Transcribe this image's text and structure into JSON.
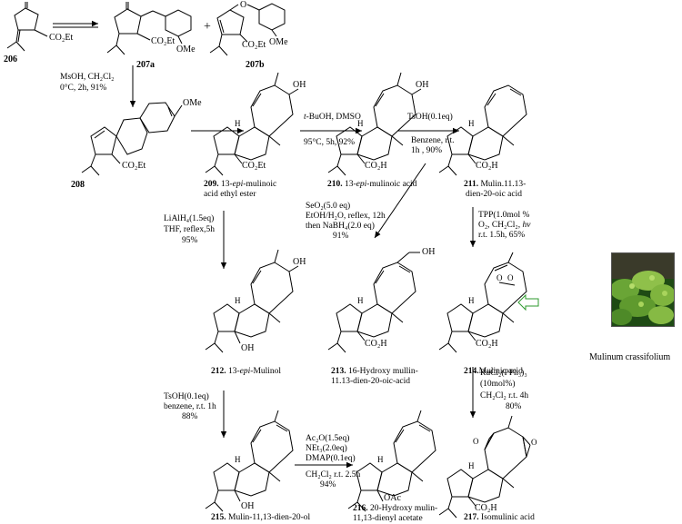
{
  "compounds": {
    "c206": {
      "num": "206"
    },
    "c207a": {
      "num": "207a"
    },
    "c207b": {
      "num": "207b"
    },
    "c208": {
      "num": "208"
    },
    "c209": {
      "num": "209.",
      "name_a": "13-",
      "name_it": "epi",
      "name_b": "-mulinoic",
      "name_line2": "acid ethyl ester"
    },
    "c210": {
      "num": "210.",
      "name_a": " 13-",
      "name_it": "epi",
      "name_b": "-mulinoic acid"
    },
    "c211": {
      "num": "211.",
      "name_a": " Mulin.11.13-",
      "name_line2": "dien-20-oic acid"
    },
    "c212": {
      "num": "212.",
      "name_a": " 13-",
      "name_it": "epi",
      "name_b": "-Mulinol"
    },
    "c213": {
      "num": "213.",
      "name_a": " 16-Hydroxy mullin-",
      "name_line2": "11.13-dien-20-oic-acid"
    },
    "c214": {
      "num": "214.",
      "name_a": "Mulinic acid"
    },
    "c215": {
      "num": "215.",
      "name_a": " Mulin-11,13-dien-20-ol"
    },
    "c216": {
      "num": "216.",
      "name_a": " 20-Hydroxy mulin-",
      "name_line2": "11,13-dienyl acetate"
    },
    "c217": {
      "num": "217.",
      "name_a": " Isomulinic acid"
    }
  },
  "groups": {
    "co2et": "CO₂Et",
    "ome": "OMe",
    "o": "O",
    "oh": "OH",
    "h": "H",
    "co2h": "CO₂H",
    "oac": "OAc",
    "plus": "+"
  },
  "conditions": {
    "step_208_l1": "MsOH, CH₂Cl₂",
    "step_208_l2": "0°C, 2h, 91%",
    "step_210_l1_it": "t",
    "step_210_l1": "-BuOH, DMSO",
    "step_210_l2": "95°C, 5h, 92%",
    "step_211_l1": "TsOH(0.1eq)",
    "step_211_l2": "Benzene, r.t.",
    "step_211_l3": "1h , 90%",
    "step_212_l1": "LiAlH₄(1.5eq)",
    "step_212_l2": "THF, reflex,5h",
    "step_212_l3": "95%",
    "step_213_l1": "SeO₂(5.0 eq)",
    "step_213_l2": "EtOH/H₂O, reflex, 12h",
    "step_213_l3": "then NaBH₄(2.0 eq)",
    "step_213_l4": "91%",
    "step_214_l1": "TPP(1.0mol %",
    "step_214_l2": "O₂, CH₂Cl₂, ",
    "step_214_l2_it": "hv",
    "step_214_l3": "r.t. 1.5h, 65%",
    "step_215_l1": "TsOH(0.1eq)",
    "step_215_l2": "benzene, r.t. 1h",
    "step_215_l3": "88%",
    "step_216_l1": "Ac₂O(1.5eq)",
    "step_216_l2": "NEt₃(2.0eq)",
    "step_216_l3": "DMAP(0.1eq)",
    "step_216_l4": "CH₂Cl₂ r.t. 2.5h",
    "step_216_l5": "94%",
    "step_217_l1": "RuCl₂(PPh₃)₃",
    "step_217_l2": "(10mol%)",
    "step_217_l3": "CH₂Cl₂ r.t. 4h",
    "step_217_l4": "80%"
  },
  "photo": {
    "caption": "Mulinum crassifolium"
  },
  "colors": {
    "ink": "#000000",
    "hollow_arrow": "#2e9a2e",
    "moss_dark": "#1e4a14",
    "moss_light": "#8fc04a"
  }
}
